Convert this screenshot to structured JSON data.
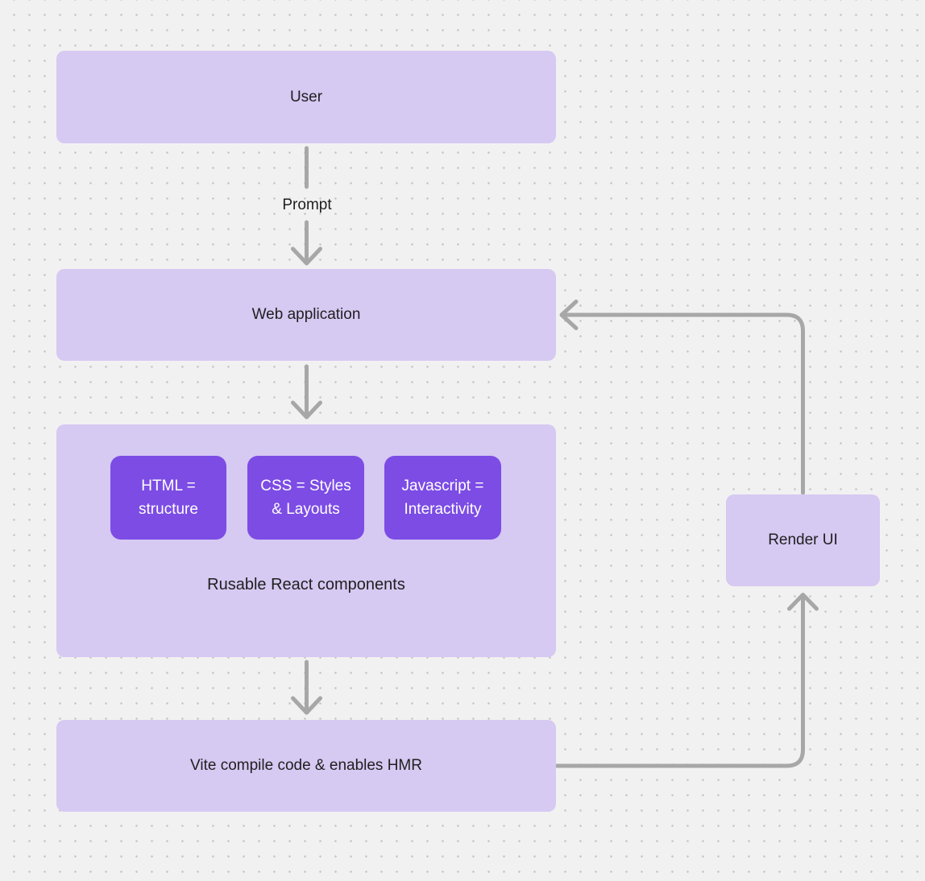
{
  "canvas": {
    "background_color": "#f2f1f1",
    "dot_color": "#c6c4c4"
  },
  "colors": {
    "node_fill": "#d6c9f2",
    "accent_fill": "#7c4ce5",
    "accent_text": "#ffffff",
    "text": "#1f1f1f",
    "arrow": "#a8a7a7"
  },
  "nodes": {
    "user": {
      "label": "User"
    },
    "web_application": {
      "label": "Web application"
    },
    "components_group": {
      "items": [
        {
          "label": "HTML = structure"
        },
        {
          "label": "CSS = Styles & Layouts"
        },
        {
          "label": "Javascript = Interactivity"
        }
      ],
      "caption": "Rusable React components"
    },
    "vite": {
      "label": "Vite compile code & enables HMR"
    },
    "render_ui": {
      "label": "Render UI"
    }
  },
  "edges": {
    "user_to_webapp_label": "Prompt"
  }
}
